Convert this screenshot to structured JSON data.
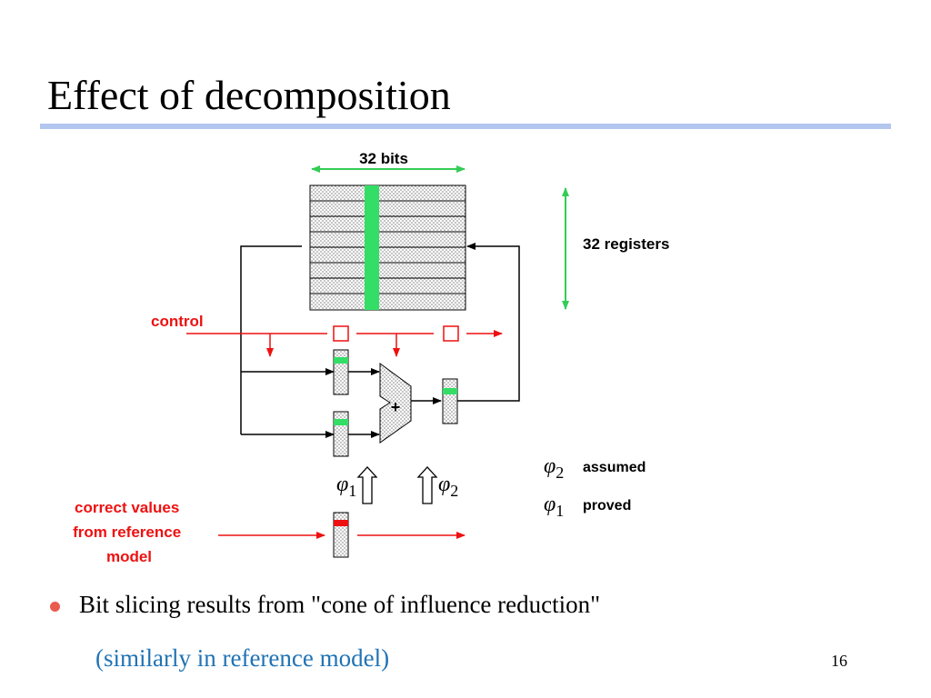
{
  "title": "Effect of decomposition",
  "diagram": {
    "width_label": "32 bits",
    "height_label": "32 registers",
    "control_label": "control",
    "correct_values_lines": [
      "correct values",
      "from reference",
      "model"
    ],
    "plus_symbol": "+",
    "phi_symbol": "φ",
    "phi_1_subscript": "1",
    "phi_2_subscript": "2",
    "legend": [
      {
        "symbol": "φ",
        "subscript": "2",
        "text": "assumed"
      },
      {
        "symbol": "φ",
        "subscript": "1",
        "text": "proved"
      }
    ],
    "colors": {
      "slice": "#33dd66",
      "control": "#ee1111",
      "reference_slice": "#ee1111",
      "measure_arrow": "#33cc55"
    }
  },
  "bullet": {
    "text": "Bit slicing results from \"cone of influence reduction\"",
    "subtext": "(similarly in reference model)"
  },
  "page_number": "16"
}
